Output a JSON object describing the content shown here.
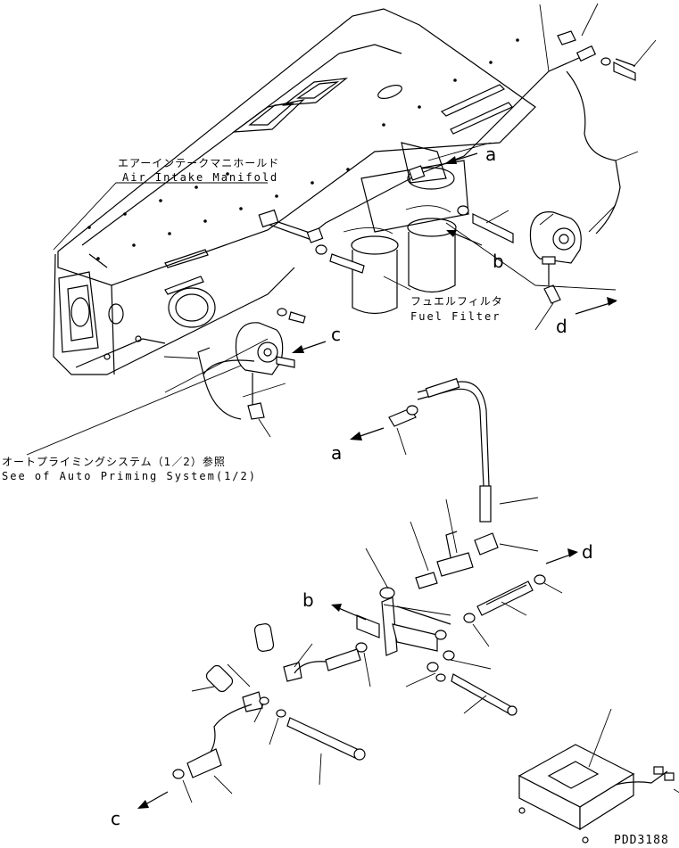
{
  "labels": {
    "air_intake_manifold_jp": "エアーインテークマニホールド",
    "air_intake_manifold_en": "Air Intake Manifold",
    "fuel_filter_jp": "フュエルフィルタ",
    "fuel_filter_en": "Fuel Filter",
    "auto_priming_jp": "オートプライミングシステム（1／2）参照",
    "auto_priming_en": "See of Auto Priming System(1/2)",
    "drawing_code": "PDD3188"
  },
  "refs": {
    "a_top": "a",
    "b_top": "b",
    "c_top": "c",
    "d_top": "d",
    "a_mid": "a",
    "b_mid": "b",
    "d_mid": "d",
    "c_bot": "c"
  }
}
